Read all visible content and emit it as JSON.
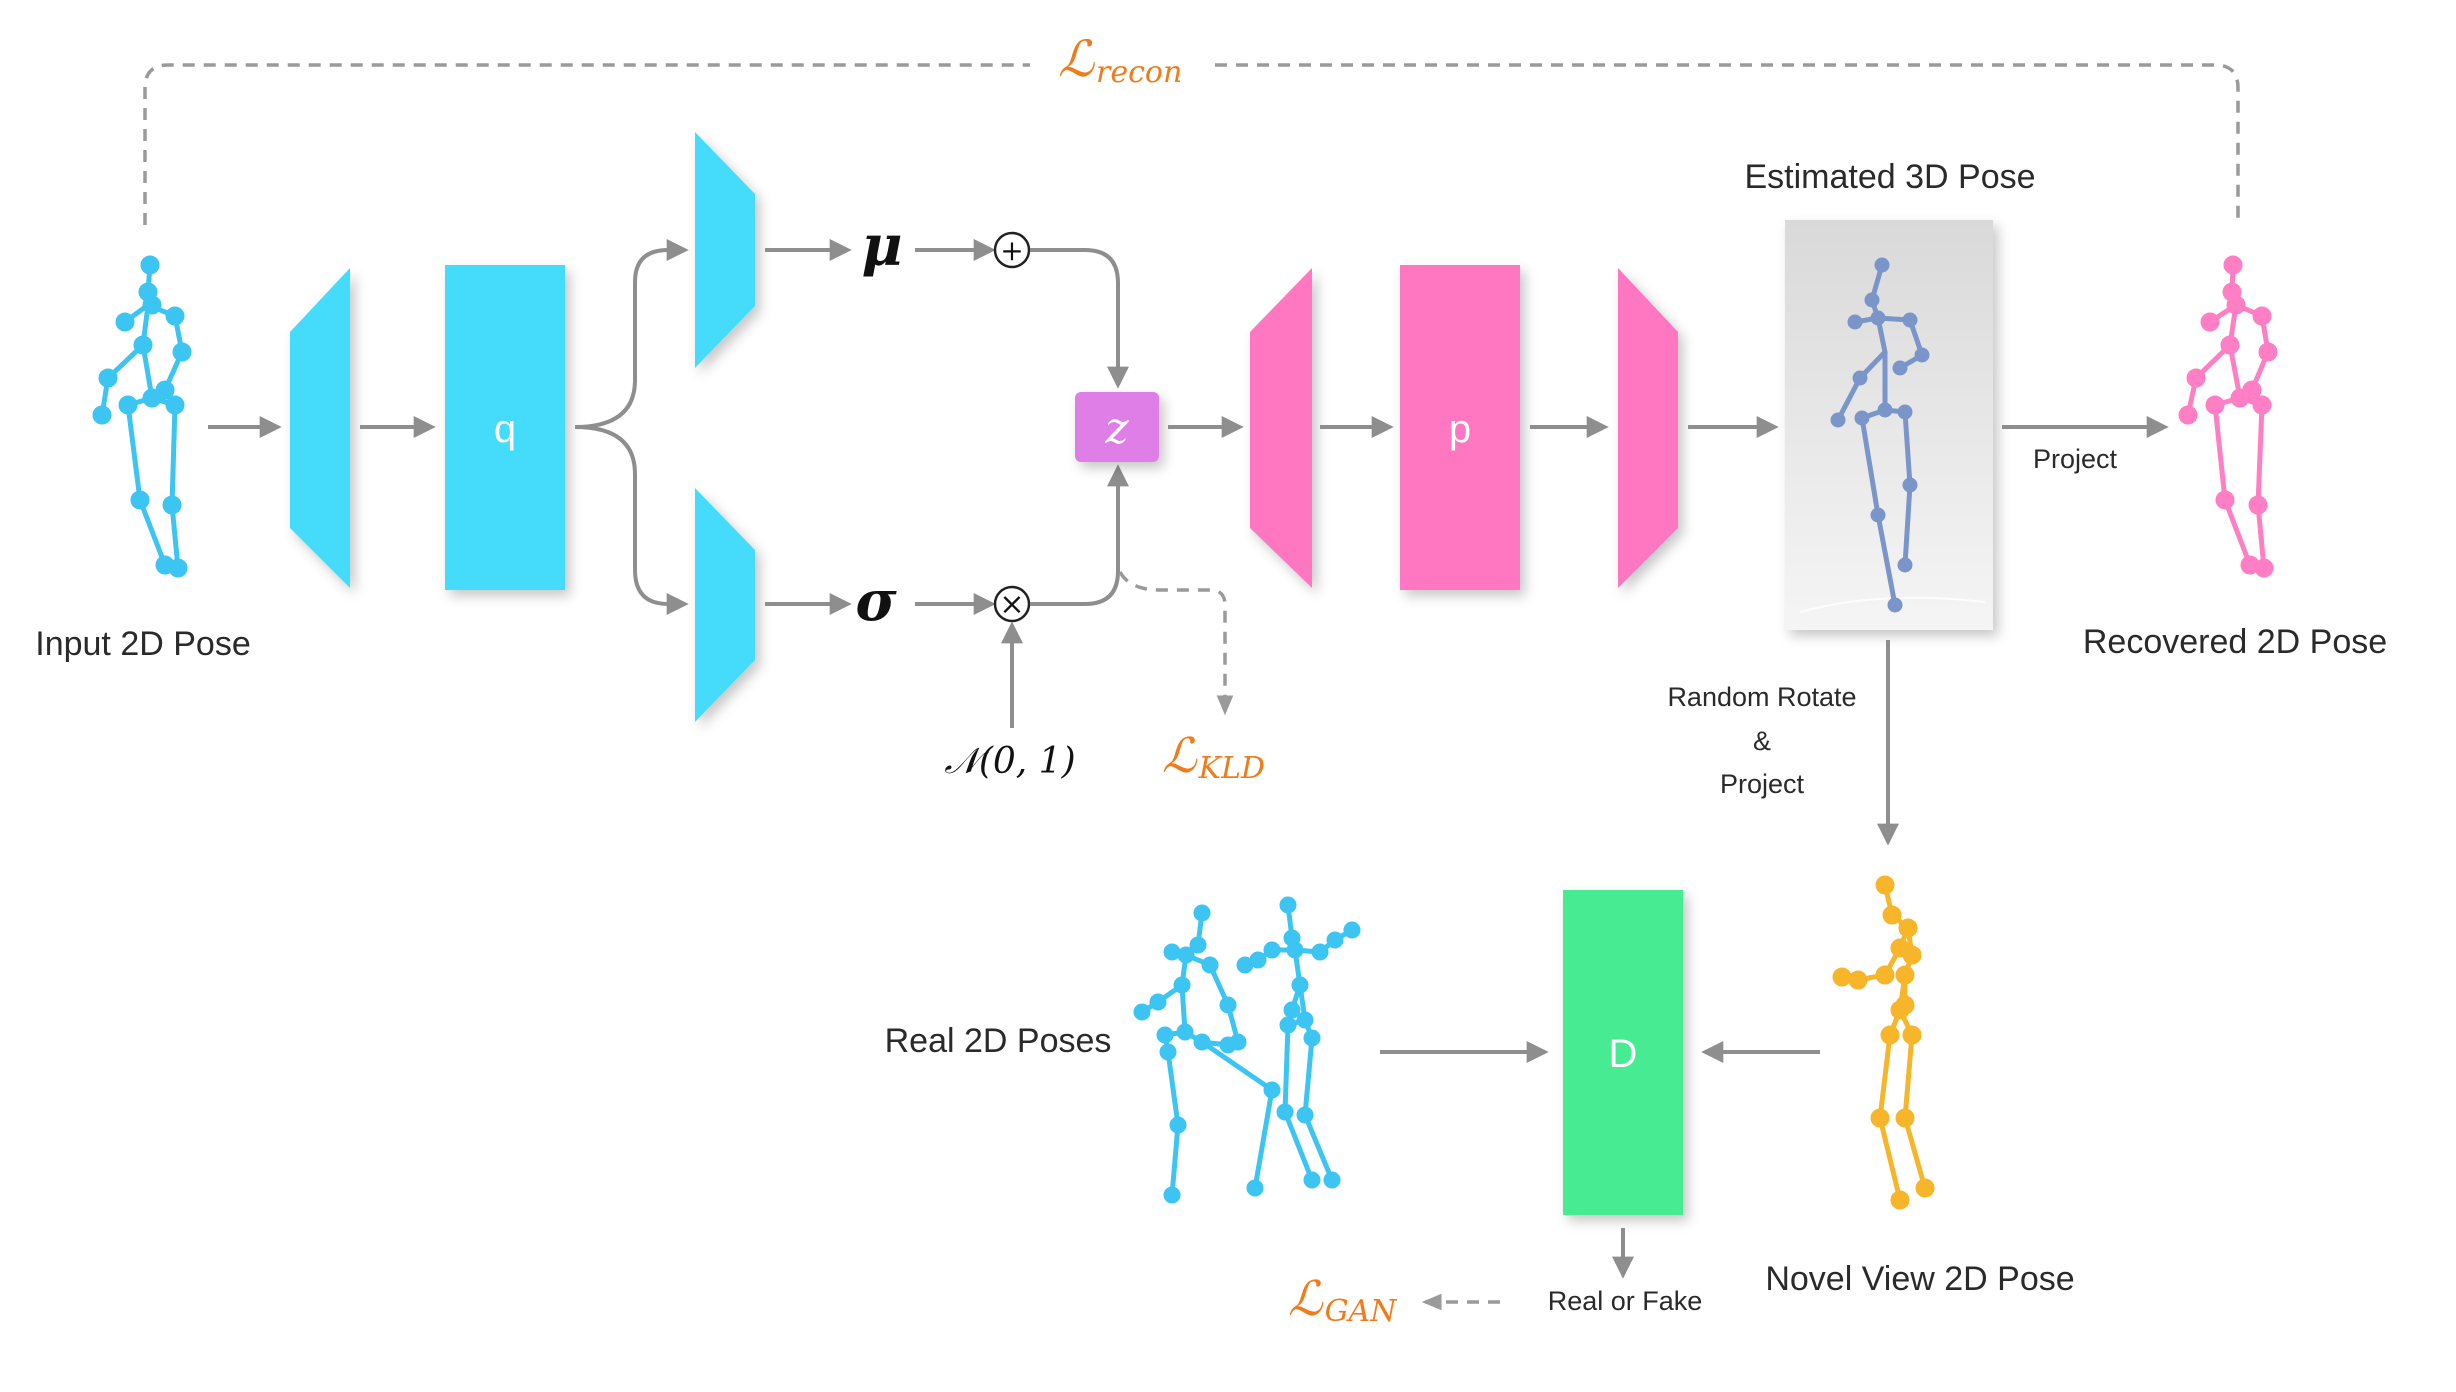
{
  "labels": {
    "input_pose": "Input 2D Pose",
    "estimated_pose": "Estimated 3D Pose",
    "recovered_pose": "Recovered 2D Pose",
    "real_poses": "Real 2D Poses",
    "novel_pose": "Novel View 2D Pose",
    "project": "Project",
    "random_rotate_1": "Random Rotate",
    "random_rotate_2": "&",
    "random_rotate_3": "Project",
    "real_or_fake": "Real or Fake"
  },
  "blocks": {
    "q": "q",
    "p": "p",
    "d": "D",
    "z": "z"
  },
  "math": {
    "mu": "μ",
    "sigma": "σ",
    "plus": "+",
    "times": "×",
    "normal": "𝒩(0, 1)"
  },
  "losses": {
    "recon_main": "ℒ",
    "recon_sub": "recon",
    "kld_main": "ℒ",
    "kld_sub": "KLD",
    "gan_main": "ℒ",
    "gan_sub": "GAN"
  },
  "colors": {
    "encoder": "#45dcfb",
    "decoder": "#ff76c1",
    "latent": "#e07ee8",
    "discriminator": "#46ec92",
    "loss": "#f07b1a",
    "pose_blue": "#3cc4f2",
    "pose_pink": "#ff7ec4",
    "pose_orange": "#f7b52a",
    "pose_3d": "#7a95c9"
  }
}
